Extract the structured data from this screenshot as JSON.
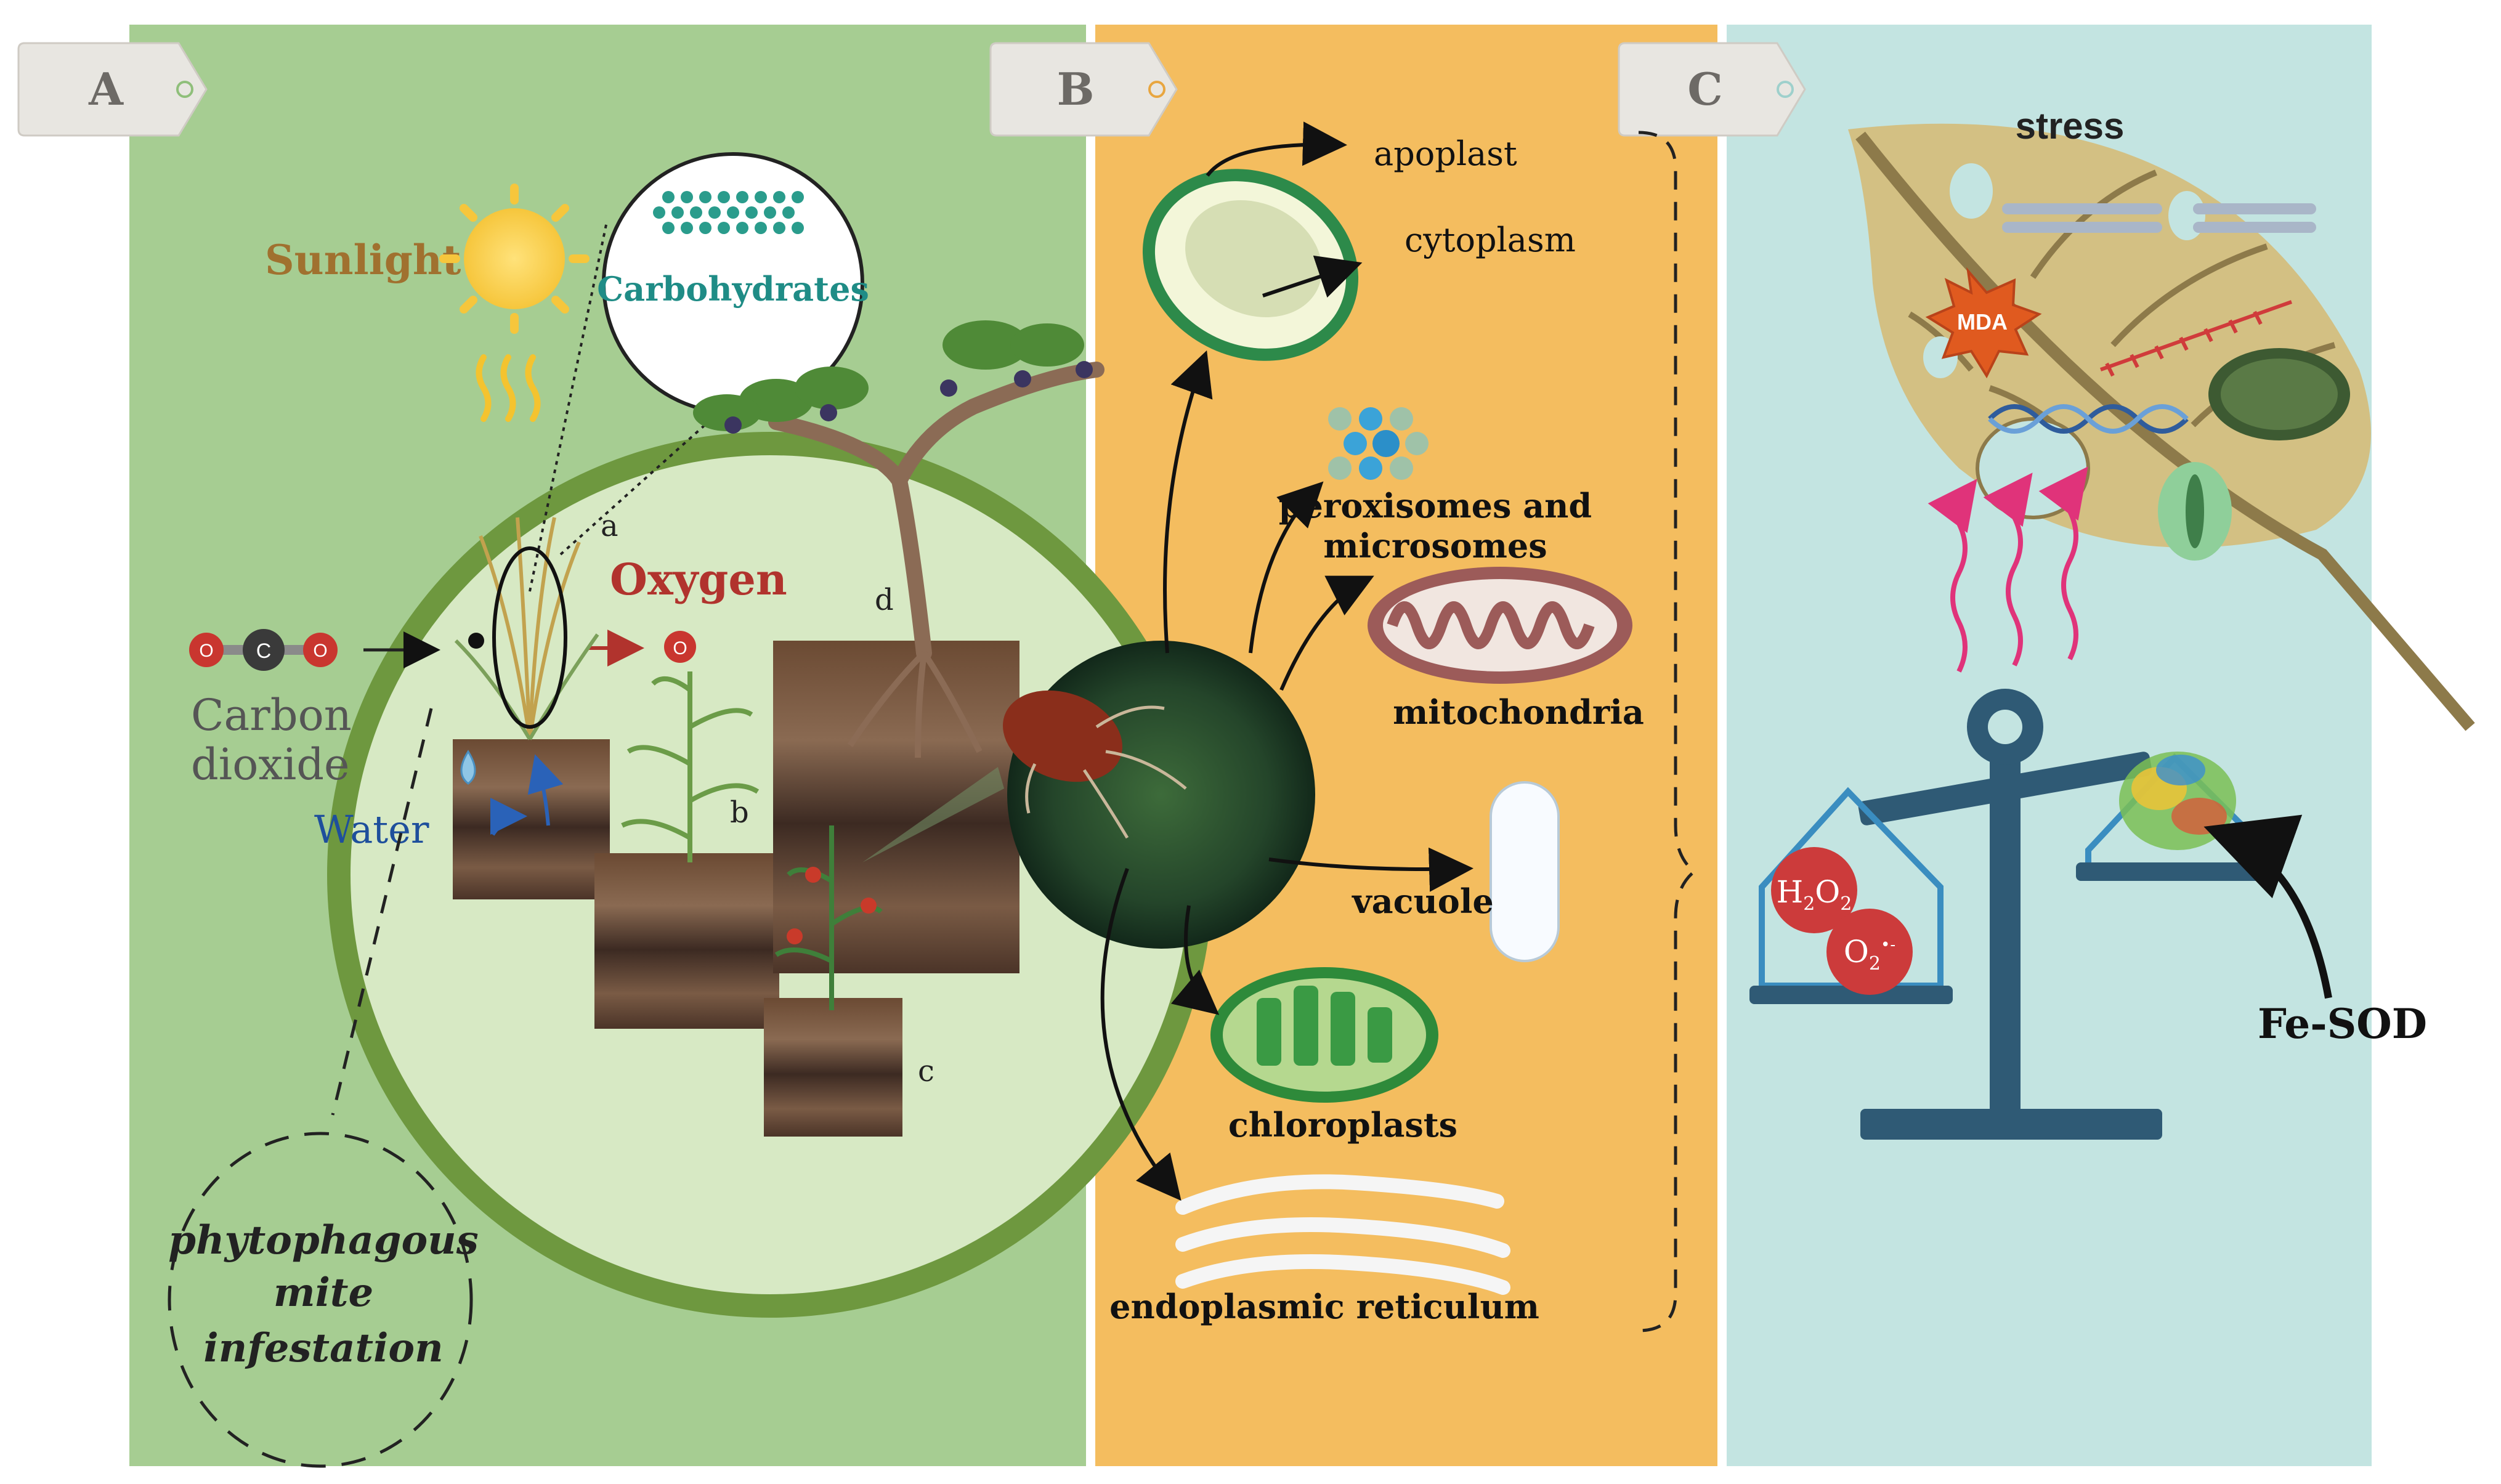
{
  "panels": {
    "a": {
      "tab": "A",
      "color": "#a6cd92"
    },
    "b": {
      "tab": "B",
      "color": "#f4bd5f"
    },
    "c": {
      "tab": "C",
      "color": "#c3e4e1"
    }
  },
  "panel_a": {
    "sunlight": "Sunlight",
    "carbohydrates": "Carbohydrates",
    "oxygen": "Oxygen",
    "carbon_dioxide_line1": "Carbon",
    "carbon_dioxide_line2": "dioxide",
    "water": "Water",
    "label_a": "a",
    "label_b": "b",
    "label_c": "c",
    "label_d": "d",
    "mite_line1": "phytophagous",
    "mite_line2": "mite",
    "mite_line3": "infestation"
  },
  "panel_b": {
    "apoplast": "apoplast",
    "cytoplasm": "cytoplasm",
    "peroxisomes_line1": "peroxisomes and",
    "peroxisomes_line2": "microsomes",
    "mitochondria": "mitochondria",
    "vacuole": "vacuole",
    "chloroplasts": "chloroplasts",
    "er": "endoplasmic reticulum"
  },
  "panel_c": {
    "stress": "stress",
    "mda": "MDA",
    "h2o2_main": "H",
    "h2o2_sub1": "2",
    "h2o2_mid": "O",
    "h2o2_sub2": "2",
    "o2_main": "O",
    "o2_sub": "2",
    "o2_sup": "•-",
    "fe_sod": "Fe-SOD"
  },
  "colors": {
    "panel_a": "#a6cd92",
    "panel_b": "#f4bd5f",
    "panel_c": "#c3e4e1",
    "sunlight_text": "#a0712f",
    "oxygen_text": "#b1332d",
    "water_text": "#1e4f9c",
    "carbohydrate_text": "#1f8c86",
    "arrow_pink": "#e0337a",
    "balance": "#2f5a75"
  }
}
